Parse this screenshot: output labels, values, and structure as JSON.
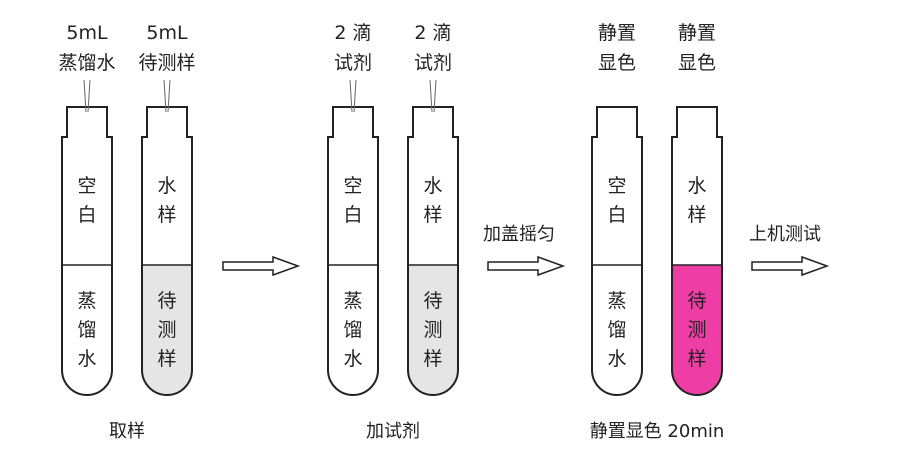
{
  "stages": [
    {
      "caption": "取样",
      "tubes": [
        {
          "top_label": [
            "5mL",
            "蒸馏水"
          ],
          "upper_text": "空白",
          "lower_text": "蒸馏水",
          "lower_fill": "#ffffff",
          "cap": "pipette"
        },
        {
          "top_label": [
            "5mL",
            "待测样"
          ],
          "upper_text": "水样",
          "lower_text": "待测样",
          "lower_fill": "#e5e5e5",
          "cap": "pipette"
        }
      ]
    },
    {
      "caption": "加试剂",
      "tubes": [
        {
          "top_label": [
            "2 滴",
            "试剂"
          ],
          "upper_text": "空白",
          "lower_text": "蒸馏水",
          "lower_fill": "#ffffff",
          "cap": "pipette"
        },
        {
          "top_label": [
            "2 滴",
            "试剂"
          ],
          "upper_text": "水样",
          "lower_text": "待测样",
          "lower_fill": "#e5e5e5",
          "cap": "pipette"
        }
      ]
    },
    {
      "caption": "静置显色 20min",
      "tubes": [
        {
          "top_label": [
            "静置",
            "显色"
          ],
          "upper_text": "空白",
          "lower_text": "蒸馏水",
          "lower_fill": "#ffffff",
          "cap": "none"
        },
        {
          "top_label": [
            "静置",
            "显色"
          ],
          "upper_text": "水样",
          "lower_text": "待测样",
          "lower_fill": "#ee3ea6",
          "cap": "none"
        }
      ]
    }
  ],
  "arrows": [
    {
      "label": ""
    },
    {
      "label": "加盖摇匀"
    },
    {
      "label": "上机测试"
    }
  ],
  "colors": {
    "outline": "#222222",
    "sample_gray": "#e5e5e5",
    "magenta": "#ee3ea6"
  }
}
